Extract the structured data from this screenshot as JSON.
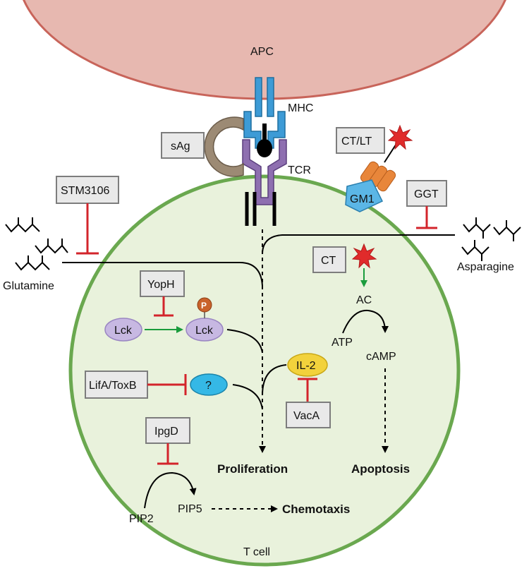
{
  "labels": {
    "apc": "APC",
    "mhc": "MHC",
    "tcr": "TCR",
    "sag": "sAg",
    "ctlt": "CT/LT",
    "gm1": "GM1",
    "ggt": "GGT",
    "stm3106": "STM3106",
    "glutamine": "Glutamine",
    "asparagine": "Asparagine",
    "ct": "CT",
    "ac": "AC",
    "atp": "ATP",
    "camp": "cAMP",
    "yoph": "YopH",
    "lck1": "Lck",
    "lck2": "Lck",
    "p": "P",
    "lifa": "LifA/ToxB",
    "unknown": "?",
    "il2": "IL-2",
    "vaca": "VacA",
    "ipgd": "IpgD",
    "pip2": "PIP2",
    "pip5": "PIP5",
    "proliferation": "Proliferation",
    "apoptosis": "Apoptosis",
    "chemotaxis": "Chemotaxis",
    "tcell": "T cell"
  },
  "colors": {
    "apc_fill": "#e7b8b0",
    "apc_stroke": "#c8645a",
    "tcell_fill": "#e9f2dc",
    "tcell_stroke": "#6aa84f",
    "mhc": "#3d9bd6",
    "tcr": "#8e6fb0",
    "sag": "#9c8a74",
    "inhibit": "#d3242b",
    "activate": "#1a9c3c",
    "lck": "#c7b8e2",
    "il2": "#f2d23c",
    "unknown": "#35b8e6",
    "gm1": "#5bb6e6",
    "ctlt_sub": "#e8863a",
    "phospho": "#c9622b"
  }
}
